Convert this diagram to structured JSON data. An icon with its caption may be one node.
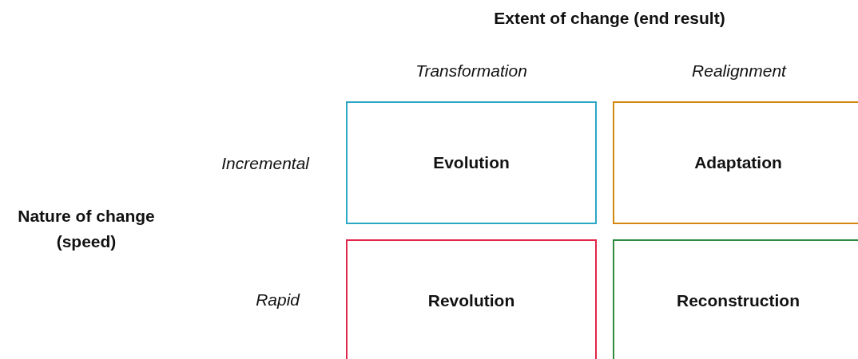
{
  "diagram": {
    "nodes": [
      {
        "text": [
          "Evolution"
        ]
      },
      {
        "text": [
          "Adaptation"
        ]
      },
      {
        "text": [
          "Revolution"
        ]
      },
      {
        "text": [
          "Reconstruction"
        ]
      }
    ],
    "labels": [
      "Extent of change (end result)",
      "Transformation",
      "Realignment",
      "Incremental",
      "Nature of change (speed)",
      "Rapid"
    ]
  }
}
